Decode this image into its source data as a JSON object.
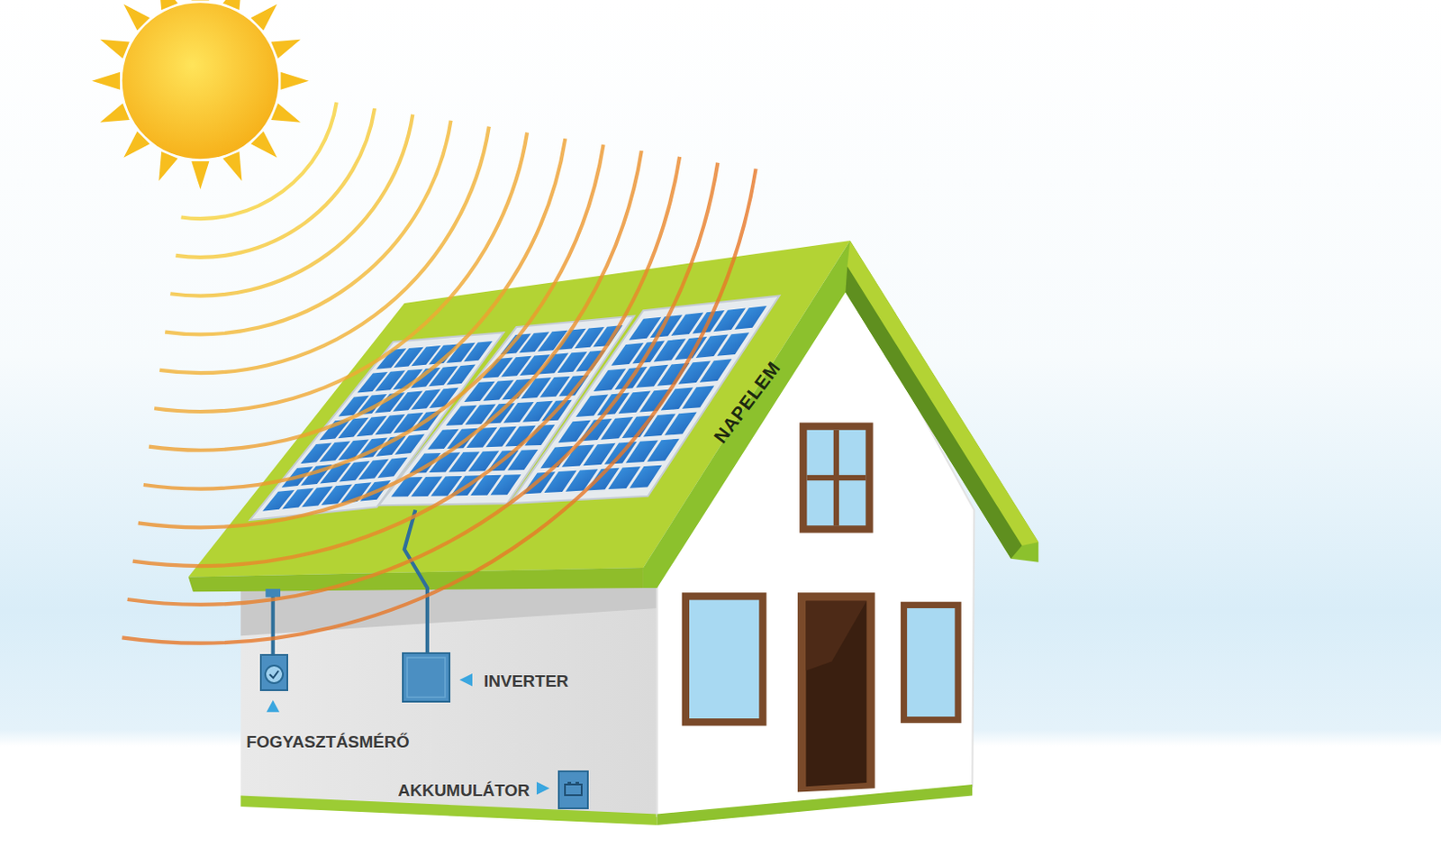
{
  "diagram": {
    "nodes": [
      {
        "text": [
          "FOGYASZTÁSMÉRŐ"
        ]
      },
      {
        "text": [
          "INVERTER"
        ]
      },
      {
        "text": [
          "AKKUMULÁTOR"
        ]
      }
    ],
    "edges": [
      {
        "from": 1,
        "to": 0,
        "arrow": "none"
      },
      {
        "from": 1,
        "to": 2,
        "arrow": "none"
      }
    ],
    "labels": [
      "NAPELEM"
    ]
  }
}
